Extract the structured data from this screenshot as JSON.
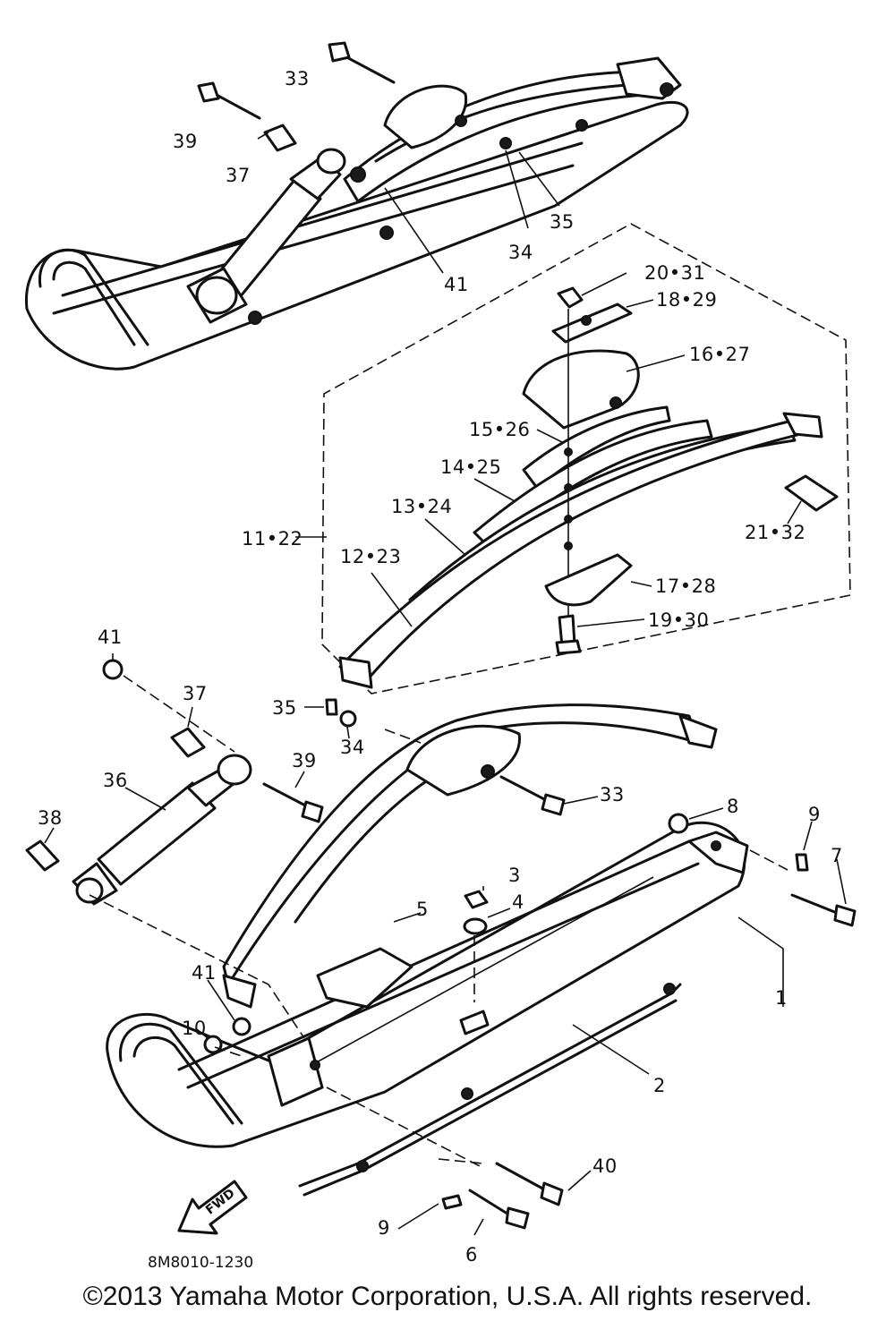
{
  "diagram": {
    "labels": [
      {
        "id": "l33a",
        "text": "33"
      },
      {
        "id": "l39a",
        "text": "39"
      },
      {
        "id": "l37a",
        "text": "37"
      },
      {
        "id": "l41a",
        "text": "41"
      },
      {
        "id": "l34a",
        "text": "34"
      },
      {
        "id": "l35a",
        "text": "35"
      },
      {
        "id": "l2031",
        "text": "20•31"
      },
      {
        "id": "l1829",
        "text": "18•29"
      },
      {
        "id": "l1627",
        "text": "16•27"
      },
      {
        "id": "l1526",
        "text": "15•26"
      },
      {
        "id": "l1425",
        "text": "14•25"
      },
      {
        "id": "l1324",
        "text": "13•24"
      },
      {
        "id": "l1122",
        "text": "11•22"
      },
      {
        "id": "l1223",
        "text": "12•23"
      },
      {
        "id": "l2132",
        "text": "21•32"
      },
      {
        "id": "l1728",
        "text": "17•28"
      },
      {
        "id": "l1930",
        "text": "19•30"
      },
      {
        "id": "l41b",
        "text": "41"
      },
      {
        "id": "l37b",
        "text": "37"
      },
      {
        "id": "l35b",
        "text": "35"
      },
      {
        "id": "l34b",
        "text": "34"
      },
      {
        "id": "l39b",
        "text": "39"
      },
      {
        "id": "l36",
        "text": "36"
      },
      {
        "id": "l38",
        "text": "38"
      },
      {
        "id": "l33b",
        "text": "33"
      },
      {
        "id": "l8",
        "text": "8"
      },
      {
        "id": "l9a",
        "text": "9"
      },
      {
        "id": "l7",
        "text": "7"
      },
      {
        "id": "l3",
        "text": "3"
      },
      {
        "id": "l4",
        "text": "4"
      },
      {
        "id": "l5",
        "text": "5"
      },
      {
        "id": "l1",
        "text": "1"
      },
      {
        "id": "l41c",
        "text": "41"
      },
      {
        "id": "l10",
        "text": "10"
      },
      {
        "id": "l2",
        "text": "2"
      },
      {
        "id": "l40",
        "text": "40"
      },
      {
        "id": "l9b",
        "text": "9"
      },
      {
        "id": "l6",
        "text": "6"
      }
    ],
    "fwd_arrow": "FWD",
    "code": "8M8010-1230",
    "copyright": "©2013 Yamaha Motor Corporation, U.S.A. All rights reserved."
  }
}
